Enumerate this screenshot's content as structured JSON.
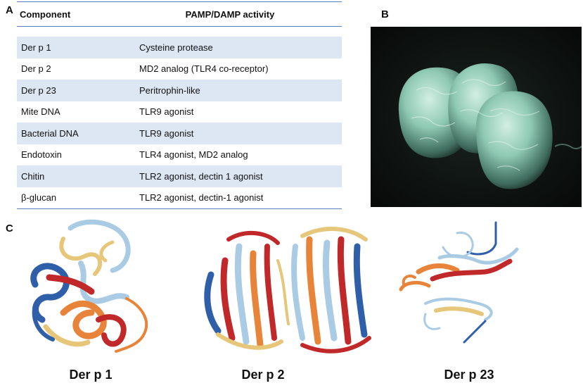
{
  "panels": {
    "a": "A",
    "b": "B",
    "c": "C"
  },
  "table": {
    "headers": {
      "component": "Component",
      "activity": "PAMP/DAMP activity"
    },
    "rows": [
      {
        "component": "Der p 1",
        "activity": "Cysteine protease"
      },
      {
        "component": "Der p 2",
        "activity": "MD2 analog (TLR4 co-receptor)"
      },
      {
        "component": "Der p 23",
        "activity": "Peritrophin-like"
      },
      {
        "component": "Mite DNA",
        "activity": "TLR9 agonist"
      },
      {
        "component": "Bacterial DNA",
        "activity": "TLR9 agonist"
      },
      {
        "component": "Endotoxin",
        "activity": "TLR4 agonist, MD2 analog"
      },
      {
        "component": "Chitin",
        "activity": "TLR2  agonist, dectin 1 agonist"
      },
      {
        "component": "β-glucan",
        "activity": "TLR2 agonist, dectin-1 agonist"
      }
    ]
  },
  "structures": [
    {
      "caption": "Der p 1"
    },
    {
      "caption": "Der p 2"
    },
    {
      "caption": "Der p 23"
    }
  ],
  "colors": {
    "rule": "#5b7fbf",
    "row_shade": "#dde6f3",
    "micrograph_bg": "#0b0f0d",
    "particle": "#8fc9b4",
    "ribbon_red": "#c0282a",
    "ribbon_orange": "#e8843a",
    "ribbon_yellow": "#e6c77a",
    "ribbon_lightblue": "#a9cbe4",
    "ribbon_blue": "#2f5fa8"
  }
}
